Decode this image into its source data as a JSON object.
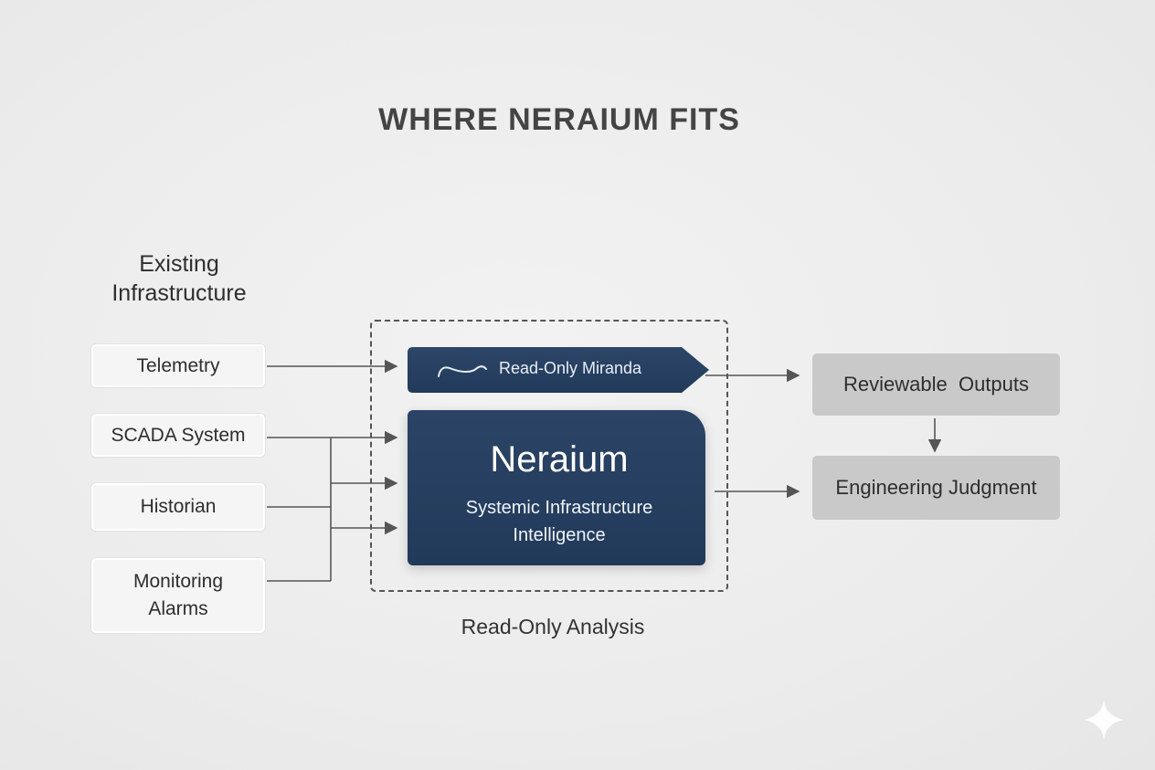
{
  "title": "WHERE NERAIUM FITS",
  "existing": {
    "label_line1": "Existing",
    "label_line2": "Infrastructure",
    "sources": [
      {
        "line1": "Telemetry",
        "line2": ""
      },
      {
        "line1": "SCADA System",
        "line2": ""
      },
      {
        "line1": "Historian",
        "line2": ""
      },
      {
        "line1": "Monitoring",
        "line2": "Alarms"
      }
    ]
  },
  "analysis": {
    "miranda_label": "Read-Only Miranda",
    "core_title": "Neraium",
    "core_subtitle_line1": "Systemic Infrastructure",
    "core_subtitle_line2": "Intelligence",
    "caption": "Read-Only Analysis"
  },
  "outputs": {
    "reviewable": "Reviewable  Outputs",
    "judgment": "Engineering Judgment"
  },
  "colors": {
    "core_fill": "#223a5a",
    "output_fill": "#c9c9c9",
    "connector": "#555555"
  },
  "icons": {
    "miranda": "wave-icon",
    "corner": "sparkle-icon"
  }
}
